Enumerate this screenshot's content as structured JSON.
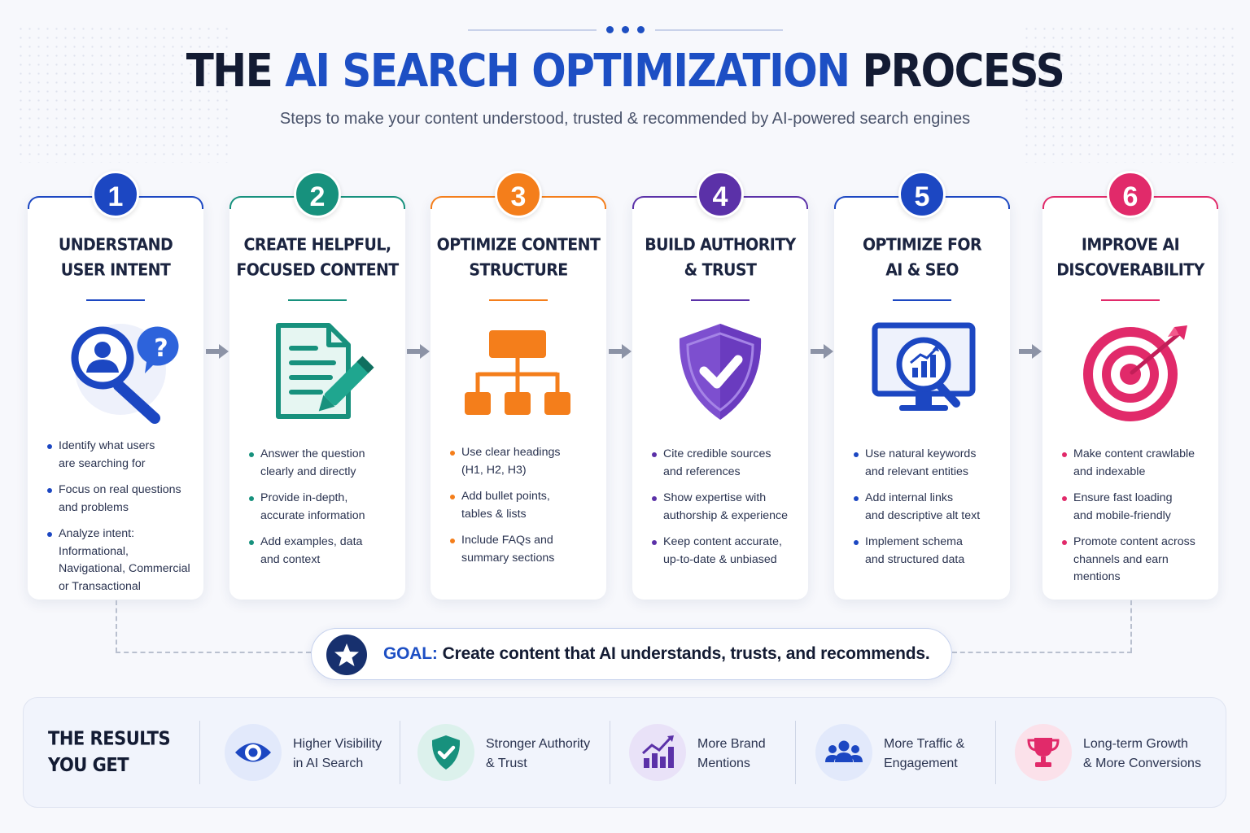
{
  "header": {
    "title_part1": "THE",
    "title_part2": "AI SEARCH OPTIMIZATION",
    "title_part3": "PROCESS",
    "subtitle": "Steps to make your content understood, trusted & recommended by AI-powered search engines"
  },
  "steps": [
    {
      "number": "1",
      "color": "#1c47c2",
      "title": [
        "UNDERSTAND",
        "USER INTENT"
      ],
      "icon": "magnifier-user-question-icon",
      "bullets": [
        [
          "Identify what users",
          "are searching for"
        ],
        [
          "Focus on real questions",
          "and problems"
        ],
        [
          "Analyze intent: Informational,",
          "Navigational, Commercial",
          "or Transactional"
        ]
      ]
    },
    {
      "number": "2",
      "color": "#17917d",
      "title": [
        "CREATE HELPFUL,",
        "FOCUSED CONTENT"
      ],
      "icon": "document-pencil-icon",
      "bullets": [
        [
          "Answer the question",
          "clearly and directly"
        ],
        [
          "Provide in-depth,",
          "accurate information"
        ],
        [
          "Add examples, data",
          "and context"
        ]
      ]
    },
    {
      "number": "3",
      "color": "#f47e1b",
      "title": [
        "OPTIMIZE CONTENT",
        "STRUCTURE"
      ],
      "icon": "hierarchy-icon",
      "bullets": [
        [
          "Use clear headings",
          "(H1, H2, H3)"
        ],
        [
          "Add bullet points,",
          "tables & lists"
        ],
        [
          "Include FAQs and",
          "summary sections"
        ]
      ]
    },
    {
      "number": "4",
      "color": "#5b31a8",
      "title": [
        "BUILD AUTHORITY",
        "& TRUST"
      ],
      "icon": "shield-check-icon",
      "bullets": [
        [
          "Cite credible sources",
          "and references"
        ],
        [
          "Show expertise with",
          "authorship & experience"
        ],
        [
          "Keep content accurate,",
          "up-to-date & unbiased"
        ]
      ]
    },
    {
      "number": "5",
      "color": "#1c47c2",
      "title": [
        "OPTIMIZE FOR",
        "AI & SEO"
      ],
      "icon": "monitor-analytics-icon",
      "bullets": [
        [
          "Use natural keywords",
          "and relevant entities"
        ],
        [
          "Add internal links",
          "and descriptive alt text"
        ],
        [
          "Implement schema",
          "and structured data"
        ]
      ]
    },
    {
      "number": "6",
      "color": "#e12a6a",
      "title": [
        "IMPROVE AI",
        "DISCOVERABILITY"
      ],
      "icon": "target-arrow-icon",
      "bullets": [
        [
          "Make content crawlable",
          "and indexable"
        ],
        [
          "Ensure fast loading",
          "and mobile-friendly"
        ],
        [
          "Promote content across",
          "channels and earn mentions"
        ]
      ]
    }
  ],
  "goal": {
    "label": "GOAL:",
    "text": "Create content that AI understands, trusts, and recommends."
  },
  "results": {
    "heading": [
      "THE RESULTS",
      "YOU GET"
    ],
    "items": [
      {
        "icon": "eye-icon",
        "lines": [
          "Higher Visibility",
          "in AI Search"
        ]
      },
      {
        "icon": "shield-check-icon",
        "lines": [
          "Stronger Authority",
          "& Trust"
        ]
      },
      {
        "icon": "growth-chart-icon",
        "lines": [
          "More Brand",
          "Mentions"
        ]
      },
      {
        "icon": "users-group-icon",
        "lines": [
          "More Traffic &",
          "Engagement"
        ]
      },
      {
        "icon": "trophy-icon",
        "lines": [
          "Long-term Growth",
          "& More Conversions"
        ]
      }
    ]
  }
}
